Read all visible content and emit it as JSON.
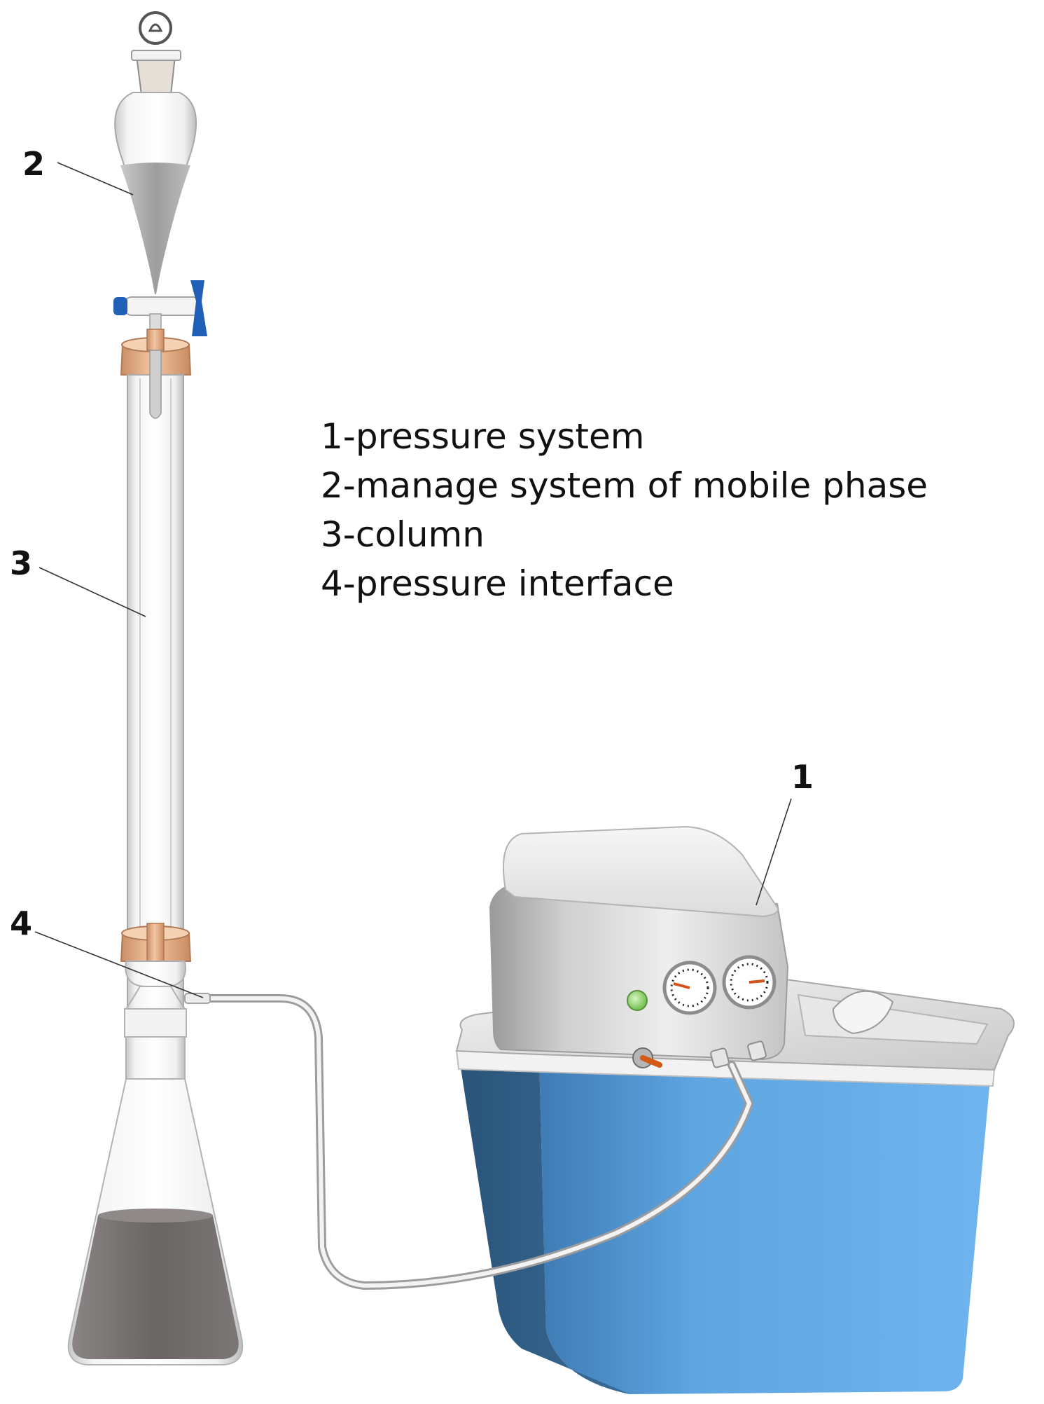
{
  "labels": {
    "n1": "1",
    "n2": "2",
    "n3": "3",
    "n4": "4"
  },
  "legend": [
    {
      "text": "1-pressure system"
    },
    {
      "text": "2-manage system of mobile phase"
    },
    {
      "text": "3-column"
    },
    {
      "text": "4-pressure interface"
    }
  ],
  "colors": {
    "pump_tank": "#5da4e0",
    "pump_tank_dark": "#2f5d86",
    "stopcock_handle": "#1f5fb8",
    "adapter": "#e8b48d",
    "liquid": "#6f6a69",
    "funnel_liquid": "#a9a9a9",
    "gauge_needle": "#d9501a"
  }
}
